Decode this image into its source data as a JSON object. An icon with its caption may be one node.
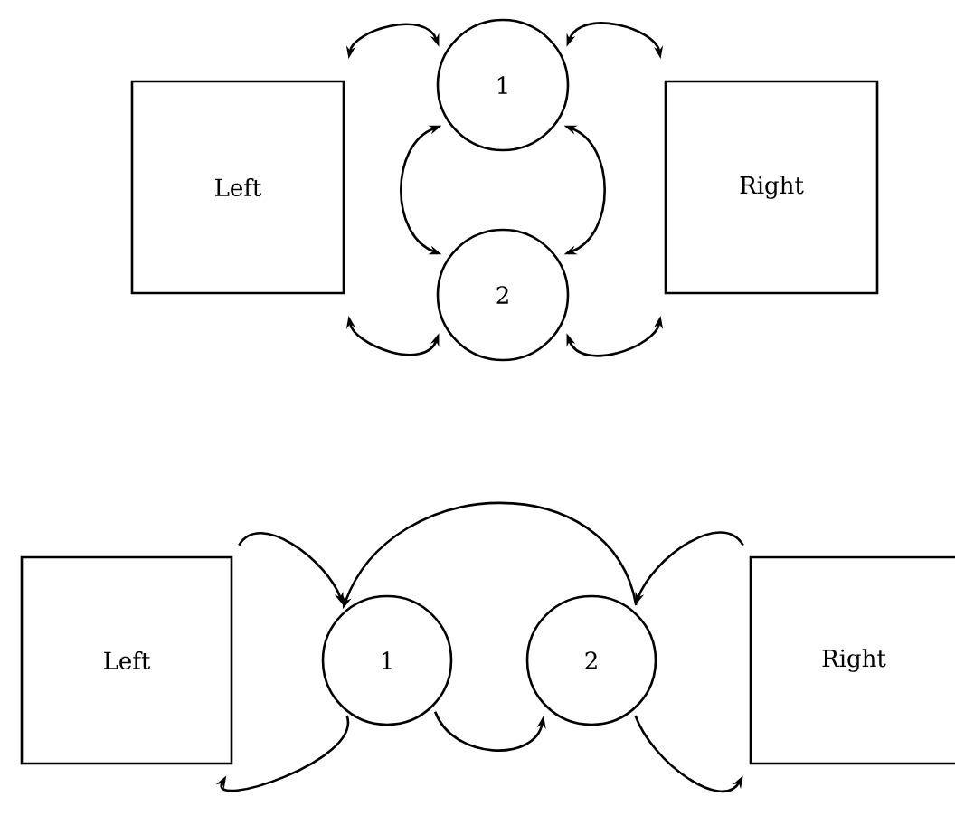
{
  "diagram": {
    "nodes": [
      {
        "text": [
          "Left"
        ]
      },
      {
        "text": [
          "1"
        ]
      },
      {
        "text": [
          "2"
        ]
      },
      {
        "text": [
          "Right"
        ]
      },
      {
        "text": [
          "Left"
        ]
      },
      {
        "text": [
          "1"
        ]
      },
      {
        "text": [
          "2"
        ]
      },
      {
        "text": [
          "Right"
        ]
      }
    ],
    "edges": [
      {
        "from": 0,
        "to": 1,
        "arrow": "both"
      },
      {
        "from": 1,
        "to": 3,
        "arrow": "both"
      },
      {
        "from": 1,
        "to": 2,
        "arrow": "both"
      },
      {
        "from": 1,
        "to": 2,
        "arrow": "both"
      },
      {
        "from": 0,
        "to": 2,
        "arrow": "both"
      },
      {
        "from": 2,
        "to": 3,
        "arrow": "both"
      },
      {
        "from": 4,
        "to": 5,
        "arrow": "to"
      },
      {
        "from": 5,
        "to": 4,
        "arrow": "to"
      },
      {
        "from": 6,
        "to": 5,
        "arrow": "to"
      },
      {
        "from": 5,
        "to": 6,
        "arrow": "to"
      },
      {
        "from": 7,
        "to": 6,
        "arrow": "to"
      },
      {
        "from": 6,
        "to": 7,
        "arrow": "to"
      }
    ]
  }
}
